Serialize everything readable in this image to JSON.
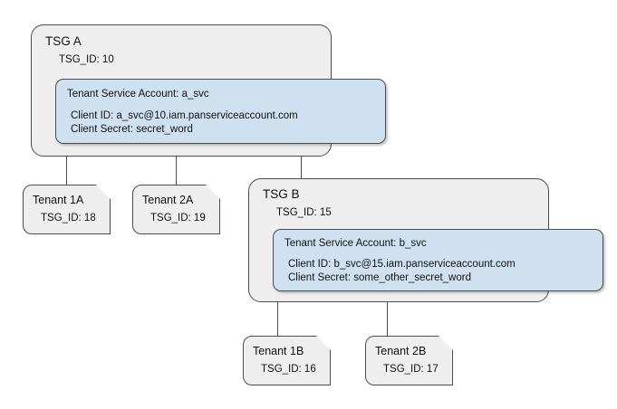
{
  "diagram": {
    "type": "hierarchy-tree",
    "background_color": "#ffffff",
    "group_fill_color": "#eeeeee",
    "service_account_fill_color": "#cfe0f0",
    "stroke_color": "#4d4d4d"
  },
  "groups": [
    {
      "id": "tsg-a",
      "title": "TSG A",
      "id_label": "TSG_ID: 10",
      "service_account": {
        "title": "Tenant Service Account: a_svc",
        "client_id": "Client ID: a_svc@10.iam.panserviceaccount.com",
        "client_secret": "Client Secret: secret_word"
      }
    },
    {
      "id": "tsg-b",
      "title": "TSG B",
      "id_label": "TSG_ID: 15",
      "service_account": {
        "title": "Tenant Service Account: b_svc",
        "client_id": "Client ID: b_svc@15.iam.panserviceaccount.com",
        "client_secret": "Client Secret: some_other_secret_word"
      }
    }
  ],
  "tenants": [
    {
      "id": "tenant-1a",
      "name": "Tenant 1A",
      "id_label": "TSG_ID: 18"
    },
    {
      "id": "tenant-2a",
      "name": "Tenant 2A",
      "id_label": "TSG_ID: 19"
    },
    {
      "id": "tenant-1b",
      "name": "Tenant 1B",
      "id_label": "TSG_ID: 16"
    },
    {
      "id": "tenant-2b",
      "name": "Tenant 2B",
      "id_label": "TSG_ID: 17"
    }
  ]
}
